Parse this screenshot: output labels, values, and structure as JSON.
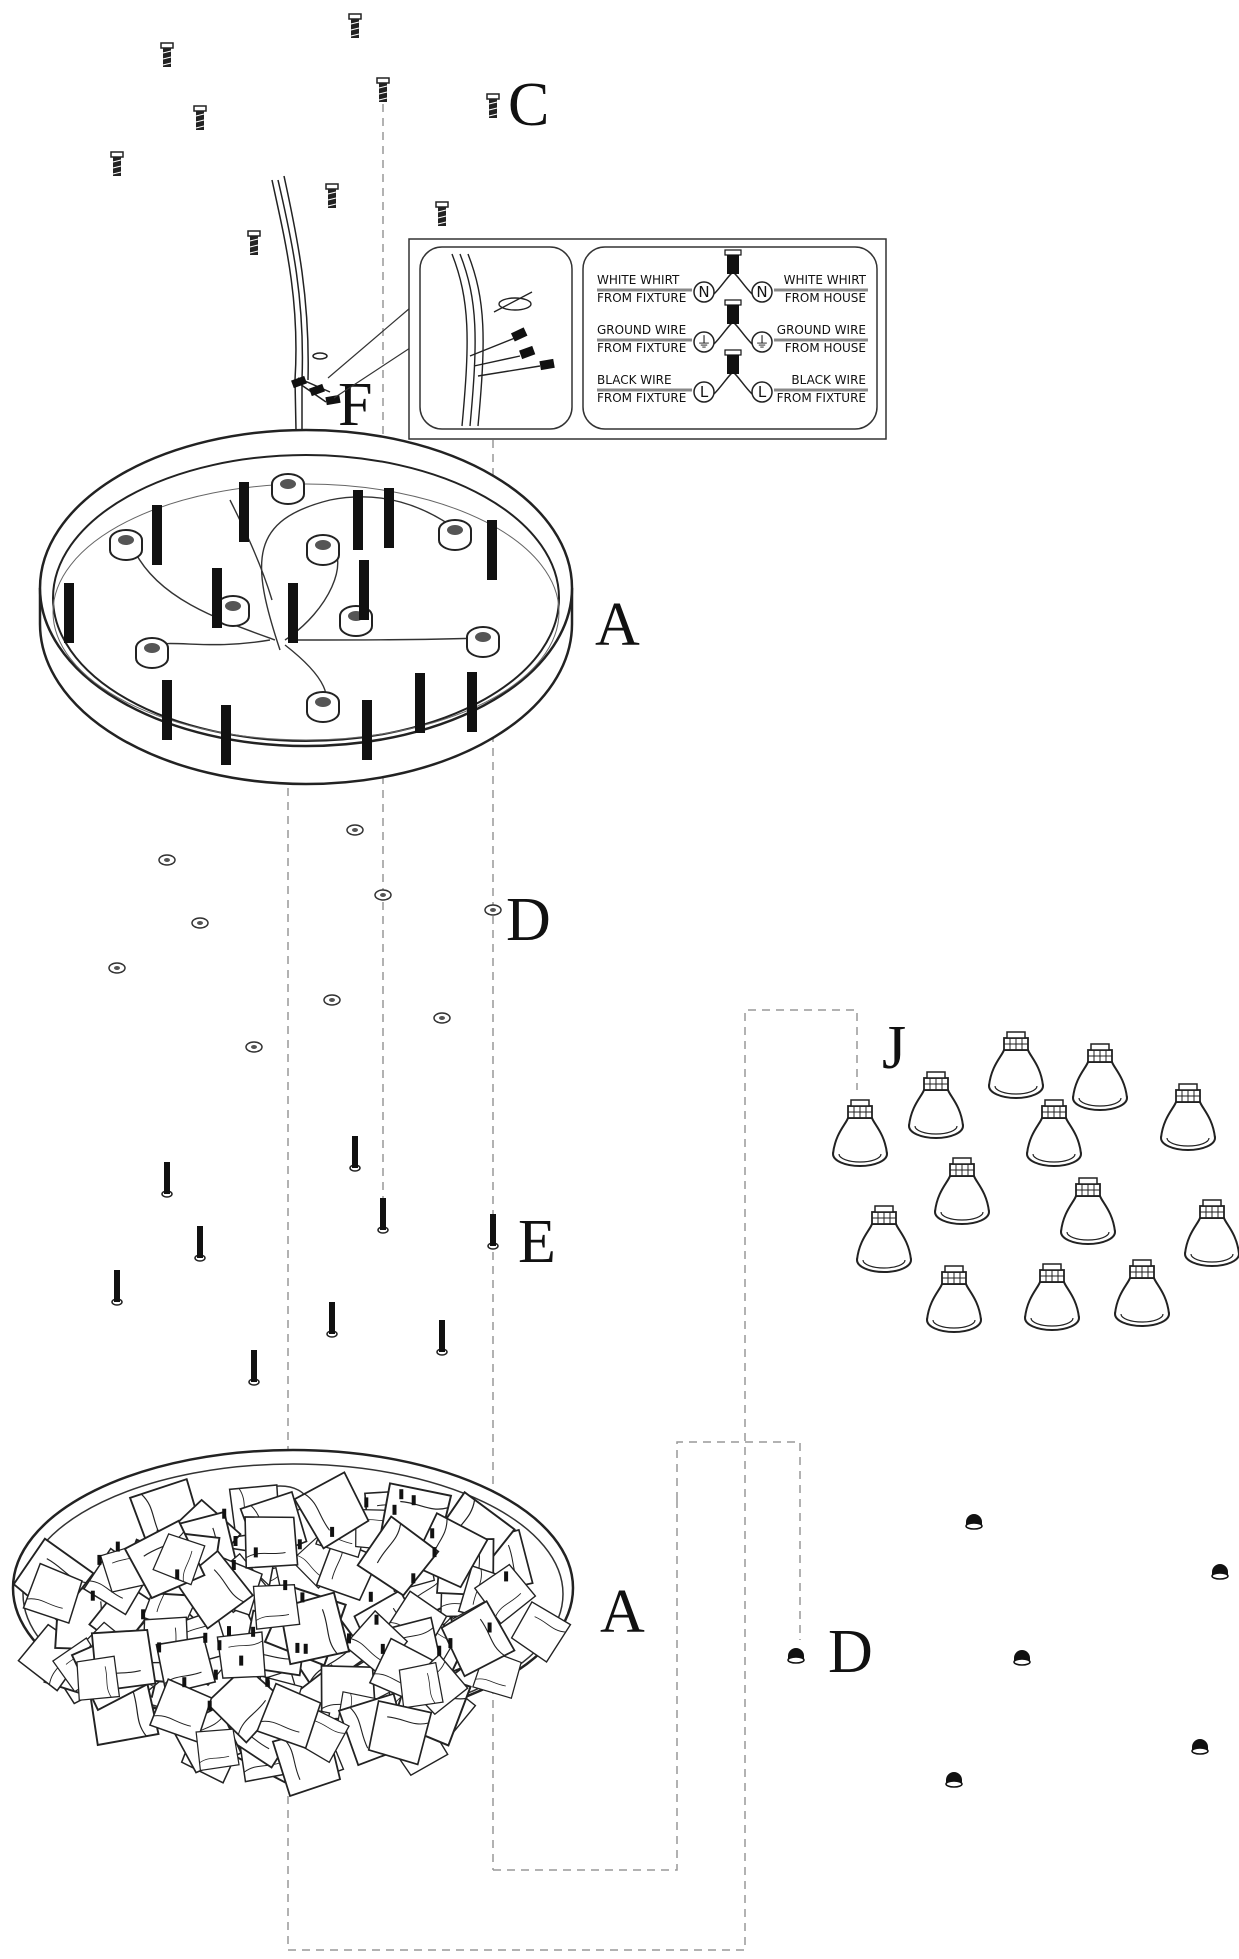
{
  "labels": {
    "c": "C",
    "f": "F",
    "a_top": "A",
    "d_top": "D",
    "j": "J",
    "e": "E",
    "a_bottom": "A",
    "d_bottom": "D"
  },
  "wiring": {
    "rows": [
      {
        "left_top": "WHITE WHIRT",
        "left_bottom": "FROM FIXTURE",
        "terminal": "N",
        "right_top": "WHITE WHIRT",
        "right_bottom": "FROM HOUSE"
      },
      {
        "left_top": "GROUND WIRE",
        "left_bottom": "FROM FIXTURE",
        "terminal": "⏚",
        "right_top": "GROUND WIRE",
        "right_bottom": "FROM HOUSE"
      },
      {
        "left_top": "BLACK WIRE",
        "left_bottom": "FROM FIXTURE",
        "terminal": "L",
        "right_top": "BLACK WIRE",
        "right_bottom": "FROM FIXTURE"
      }
    ]
  }
}
